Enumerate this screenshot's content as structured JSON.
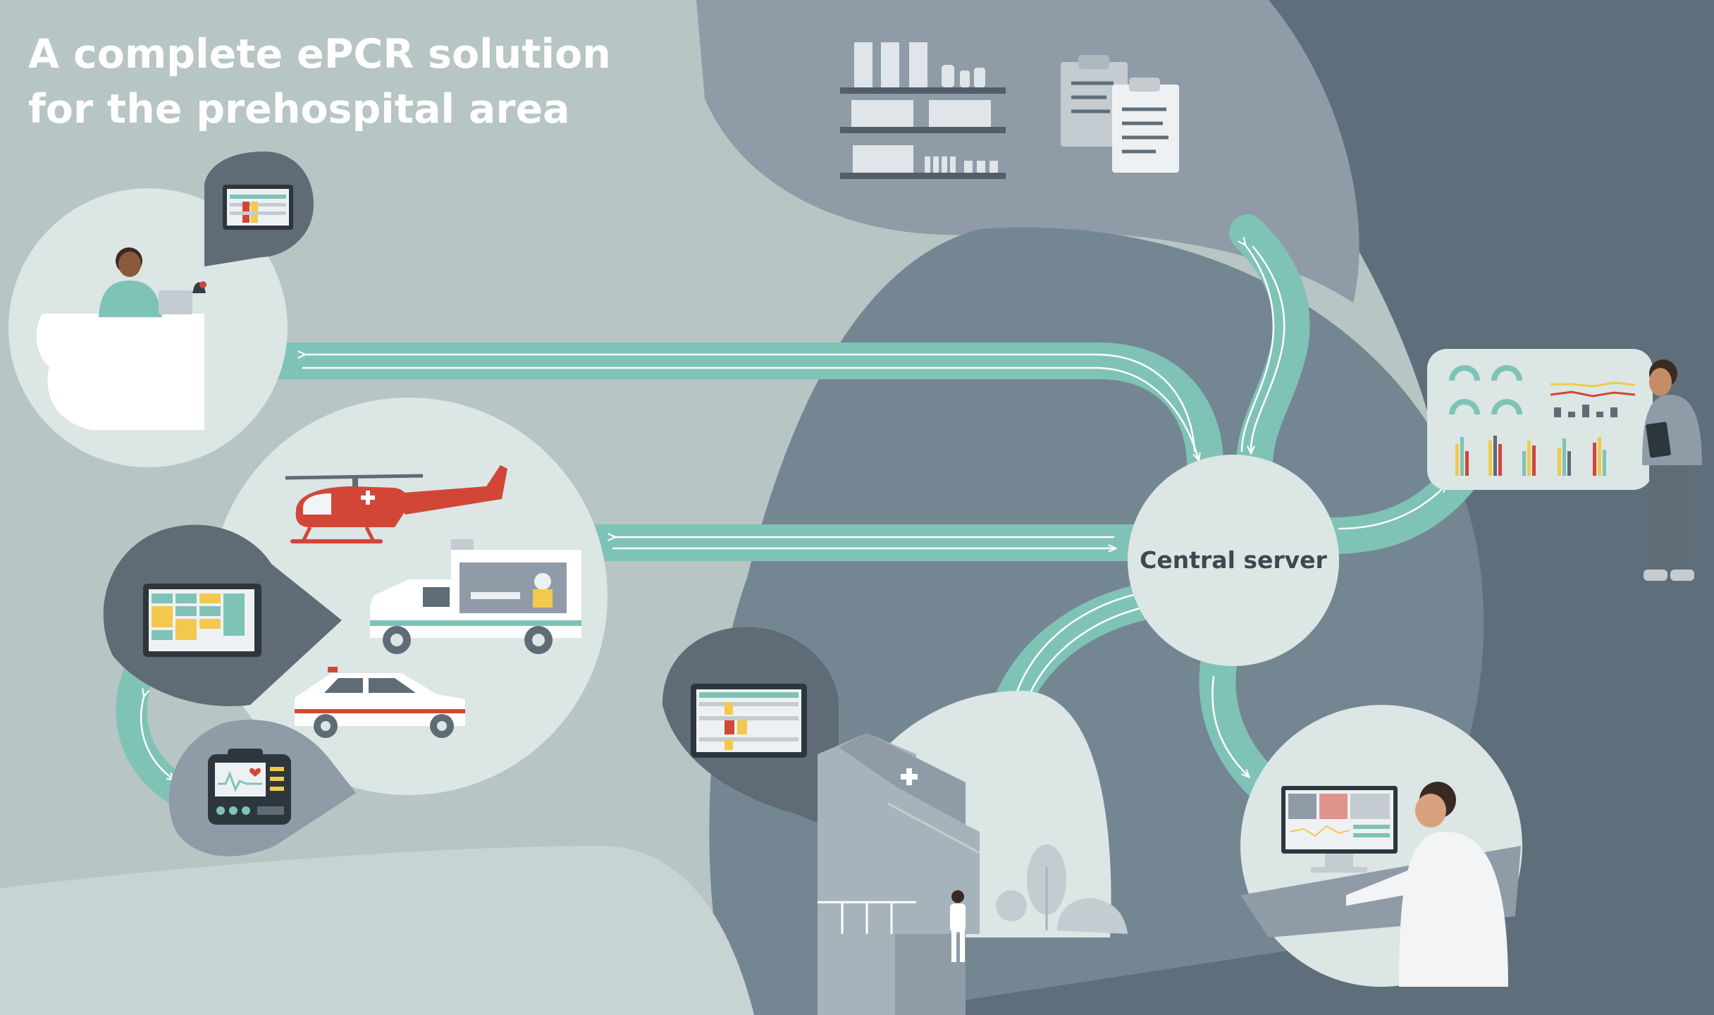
{
  "title": {
    "line1": "A complete ePCR solution",
    "line2": "for the prehospital area"
  },
  "central_server": {
    "label": "Central server"
  },
  "colors": {
    "background": "#b7c5c4",
    "top_blob": "#8f9ba6",
    "right_dark": "#5e6e7b",
    "center_blob": "#758693",
    "bubble_light": "#dbe6e5",
    "bubble_dark": "#5f6b75",
    "connector_teal": "#7fc3b6",
    "helicopter_red": "#d24638",
    "title_text": "#ffffff",
    "server_text": "#3d4850"
  },
  "icons": [
    "dispatcher-icon",
    "helicopter-icon",
    "ambulance-icon",
    "patrol-car-icon",
    "tablet-icon",
    "defibrillator-monitor-icon",
    "medicine-shelf-icon",
    "clipboard-icon",
    "hospital-building-icon",
    "doctor-icon",
    "analytics-dashboard-icon",
    "analyst-icon",
    "clinician-workstation-icon"
  ]
}
